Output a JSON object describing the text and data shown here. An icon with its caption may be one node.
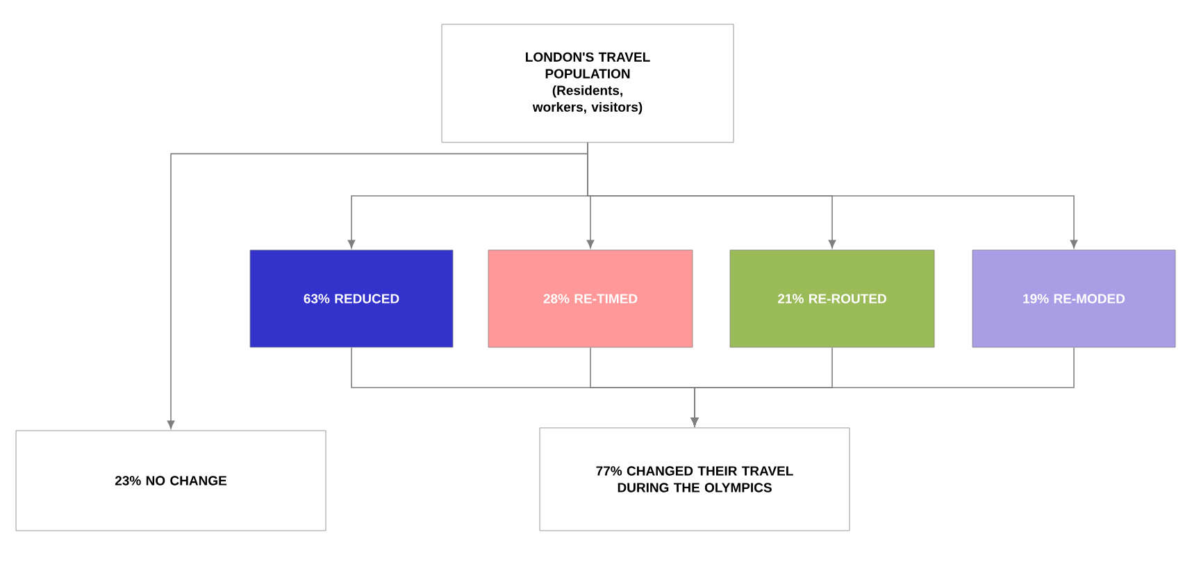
{
  "diagram": {
    "nodes": [
      {
        "text": [
          "LONDON'S TRAVEL POPULATION",
          "(Residents, workers, visitors)"
        ]
      },
      {
        "text": [
          "63% REDUCED"
        ]
      },
      {
        "text": [
          "28% RE-TIMED"
        ]
      },
      {
        "text": [
          "21% RE-ROUTED"
        ]
      },
      {
        "text": [
          "19% RE-MODED"
        ]
      },
      {
        "text": [
          "23% NO CHANGE"
        ]
      },
      {
        "text": [
          "77% CHANGED THEIR TRAVEL DURING THE OLYMPICS"
        ]
      }
    ],
    "edges": [
      {
        "from": 0,
        "to": 1,
        "arrow": "to"
      },
      {
        "from": 0,
        "to": 2,
        "arrow": "to"
      },
      {
        "from": 0,
        "to": 3,
        "arrow": "to"
      },
      {
        "from": 0,
        "to": 4,
        "arrow": "to"
      },
      {
        "from": 0,
        "to": 5,
        "arrow": "to"
      },
      {
        "from": 1,
        "to": 6,
        "arrow": "to"
      },
      {
        "from": 2,
        "to": 6,
        "arrow": "to"
      },
      {
        "from": 3,
        "to": 6,
        "arrow": "to"
      },
      {
        "from": 4,
        "to": 6,
        "arrow": "to"
      }
    ]
  }
}
